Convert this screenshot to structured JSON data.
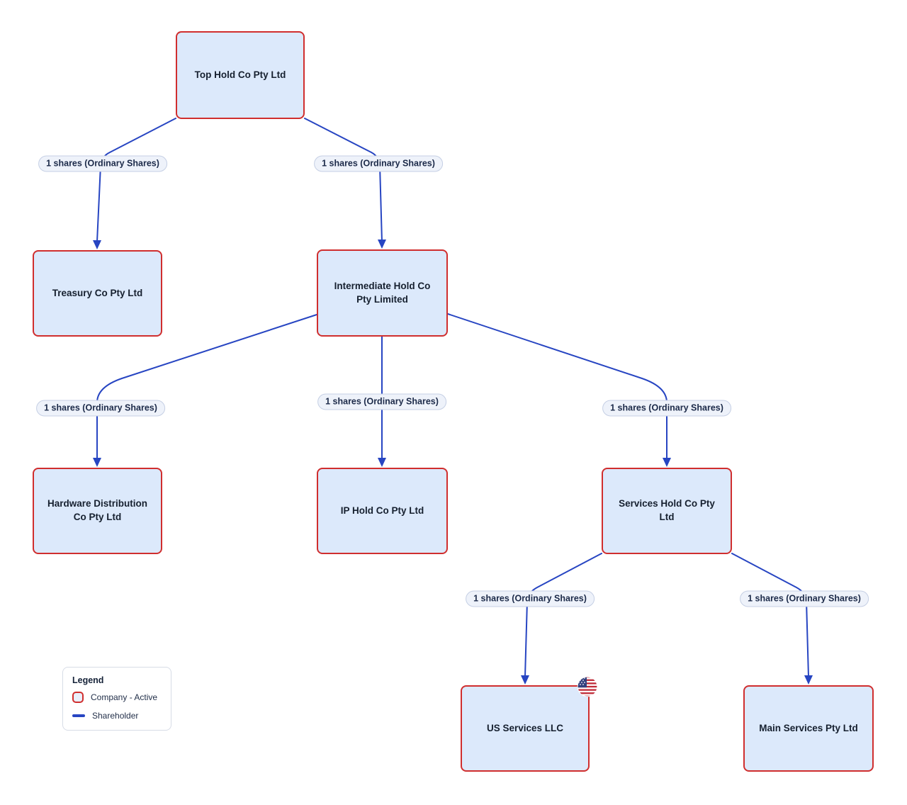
{
  "diagram": {
    "nodes": [
      {
        "id": "top-hold",
        "label": "Top Hold Co Pty Ltd",
        "status": "Active"
      },
      {
        "id": "treasury",
        "label": "Treasury Co Pty Ltd",
        "status": "Active"
      },
      {
        "id": "intermediate",
        "label": "Intermediate Hold Co Pty Limited",
        "status": "Active"
      },
      {
        "id": "hardware",
        "label": "Hardware Distribution Co Pty Ltd",
        "status": "Active"
      },
      {
        "id": "ip-hold",
        "label": "IP Hold Co Pty Ltd",
        "status": "Active"
      },
      {
        "id": "services-hold",
        "label": "Services Hold Co Pty Ltd",
        "status": "Active"
      },
      {
        "id": "us-services",
        "label": "US Services LLC",
        "status": "Active",
        "badge": "us-flag"
      },
      {
        "id": "main-services",
        "label": "Main Services Pty Ltd",
        "status": "Active"
      }
    ],
    "edges": [
      {
        "from": "top-hold",
        "to": "treasury",
        "label": "1 shares (Ordinary Shares)"
      },
      {
        "from": "top-hold",
        "to": "intermediate",
        "label": "1 shares (Ordinary Shares)"
      },
      {
        "from": "intermediate",
        "to": "hardware",
        "label": "1 shares (Ordinary Shares)"
      },
      {
        "from": "intermediate",
        "to": "ip-hold",
        "label": "1 shares (Ordinary Shares)"
      },
      {
        "from": "intermediate",
        "to": "services-hold",
        "label": "1 shares (Ordinary Shares)"
      },
      {
        "from": "services-hold",
        "to": "us-services",
        "label": "1 shares (Ordinary Shares)"
      },
      {
        "from": "services-hold",
        "to": "main-services",
        "label": "1 shares (Ordinary Shares)"
      }
    ]
  },
  "legend": {
    "title": "Legend",
    "items": [
      {
        "label": "Company - Active",
        "swatch": "company-active"
      },
      {
        "label": "Shareholder",
        "swatch": "shareholder-line"
      }
    ]
  },
  "colors": {
    "node_fill": "#dce9fb",
    "node_border_active": "#d02e2e",
    "edge_shareholder": "#2745c2",
    "edge_label_fill": "#eef2fa",
    "edge_label_border": "#c5cfe4",
    "text": "#16202f"
  }
}
